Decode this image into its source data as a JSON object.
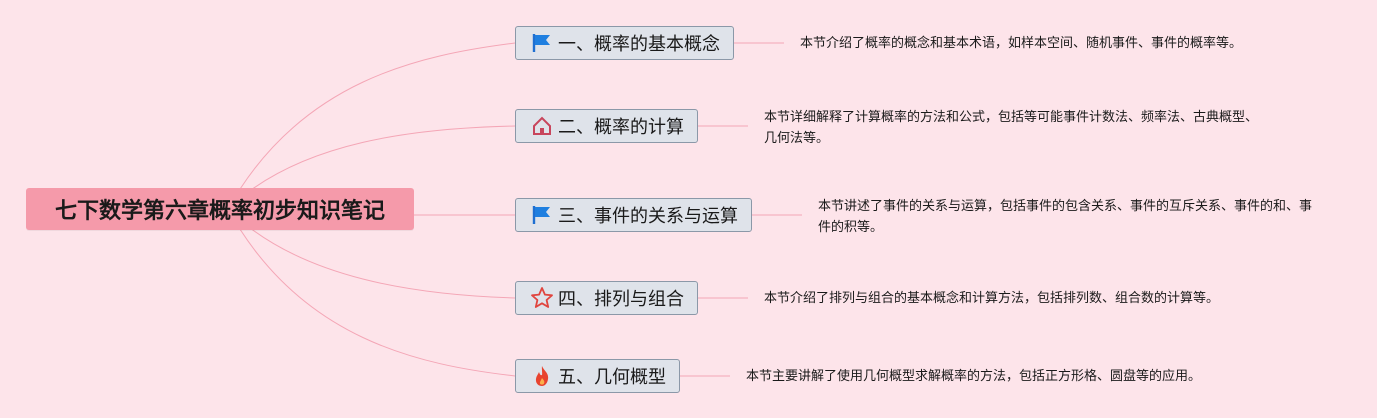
{
  "root": {
    "title": "七下数学第六章概率初步知识笔记"
  },
  "branches": [
    {
      "icon": "flag-icon",
      "label": "一、概率的基本概念",
      "note": "本节介绍了概率的概念和基本术语，如样本空间、随机事件、事件的概率等。"
    },
    {
      "icon": "house-icon",
      "label": "二、概率的计算",
      "note": "本节详细解释了计算概率的方法和公式，包括等可能事件计数法、频率法、古典概型、几何法等。"
    },
    {
      "icon": "flag-icon",
      "label": "三、事件的关系与运算",
      "note": "本节讲述了事件的关系与运算，包括事件的包含关系、事件的互斥关系、事件的和、事件的积等。"
    },
    {
      "icon": "star-icon",
      "label": "四、排列与组合",
      "note": "本节介绍了排列与组合的基本概念和计算方法，包括排列数、组合数的计算等。"
    },
    {
      "icon": "fire-icon",
      "label": "五、几何概型",
      "note": "本节主要讲解了使用几何概型求解概率的方法，包括正方形格、圆盘等的应用。"
    }
  ],
  "colors": {
    "background": "#fde4ea",
    "root_fill": "#f59aaa",
    "node_fill": "#dfe3ea",
    "node_border": "#8b98a8",
    "connector": "#f4a6b6"
  }
}
